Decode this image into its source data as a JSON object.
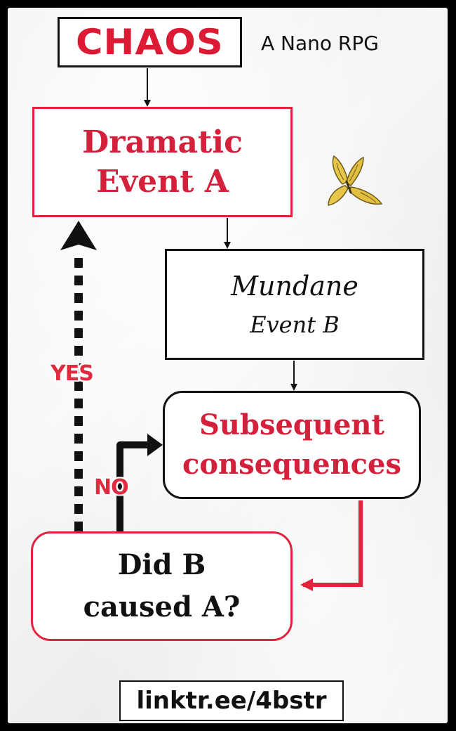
{
  "header": {
    "title": "CHAOS",
    "subtitle": "A Nano RPG"
  },
  "nodes": {
    "dramatic_event": {
      "line1": "Dramatic",
      "line2": "Event A"
    },
    "mundane_event": {
      "line1": "Mundane",
      "line2": "Event B"
    },
    "consequences": {
      "line1": "Subsequent",
      "line2": "consequences"
    },
    "question": {
      "line1": "Did B",
      "line2": "caused A?"
    }
  },
  "edge_labels": {
    "yes": "YES",
    "no": "NO"
  },
  "footer": {
    "link": "linktr.ee/4bstr"
  },
  "colors": {
    "accent_red": "#dc1a33",
    "border_red": "#e2233e",
    "ink": "#111111",
    "butterfly": "#e8c64a"
  },
  "icons": {
    "decoration": "butterfly-icon"
  }
}
